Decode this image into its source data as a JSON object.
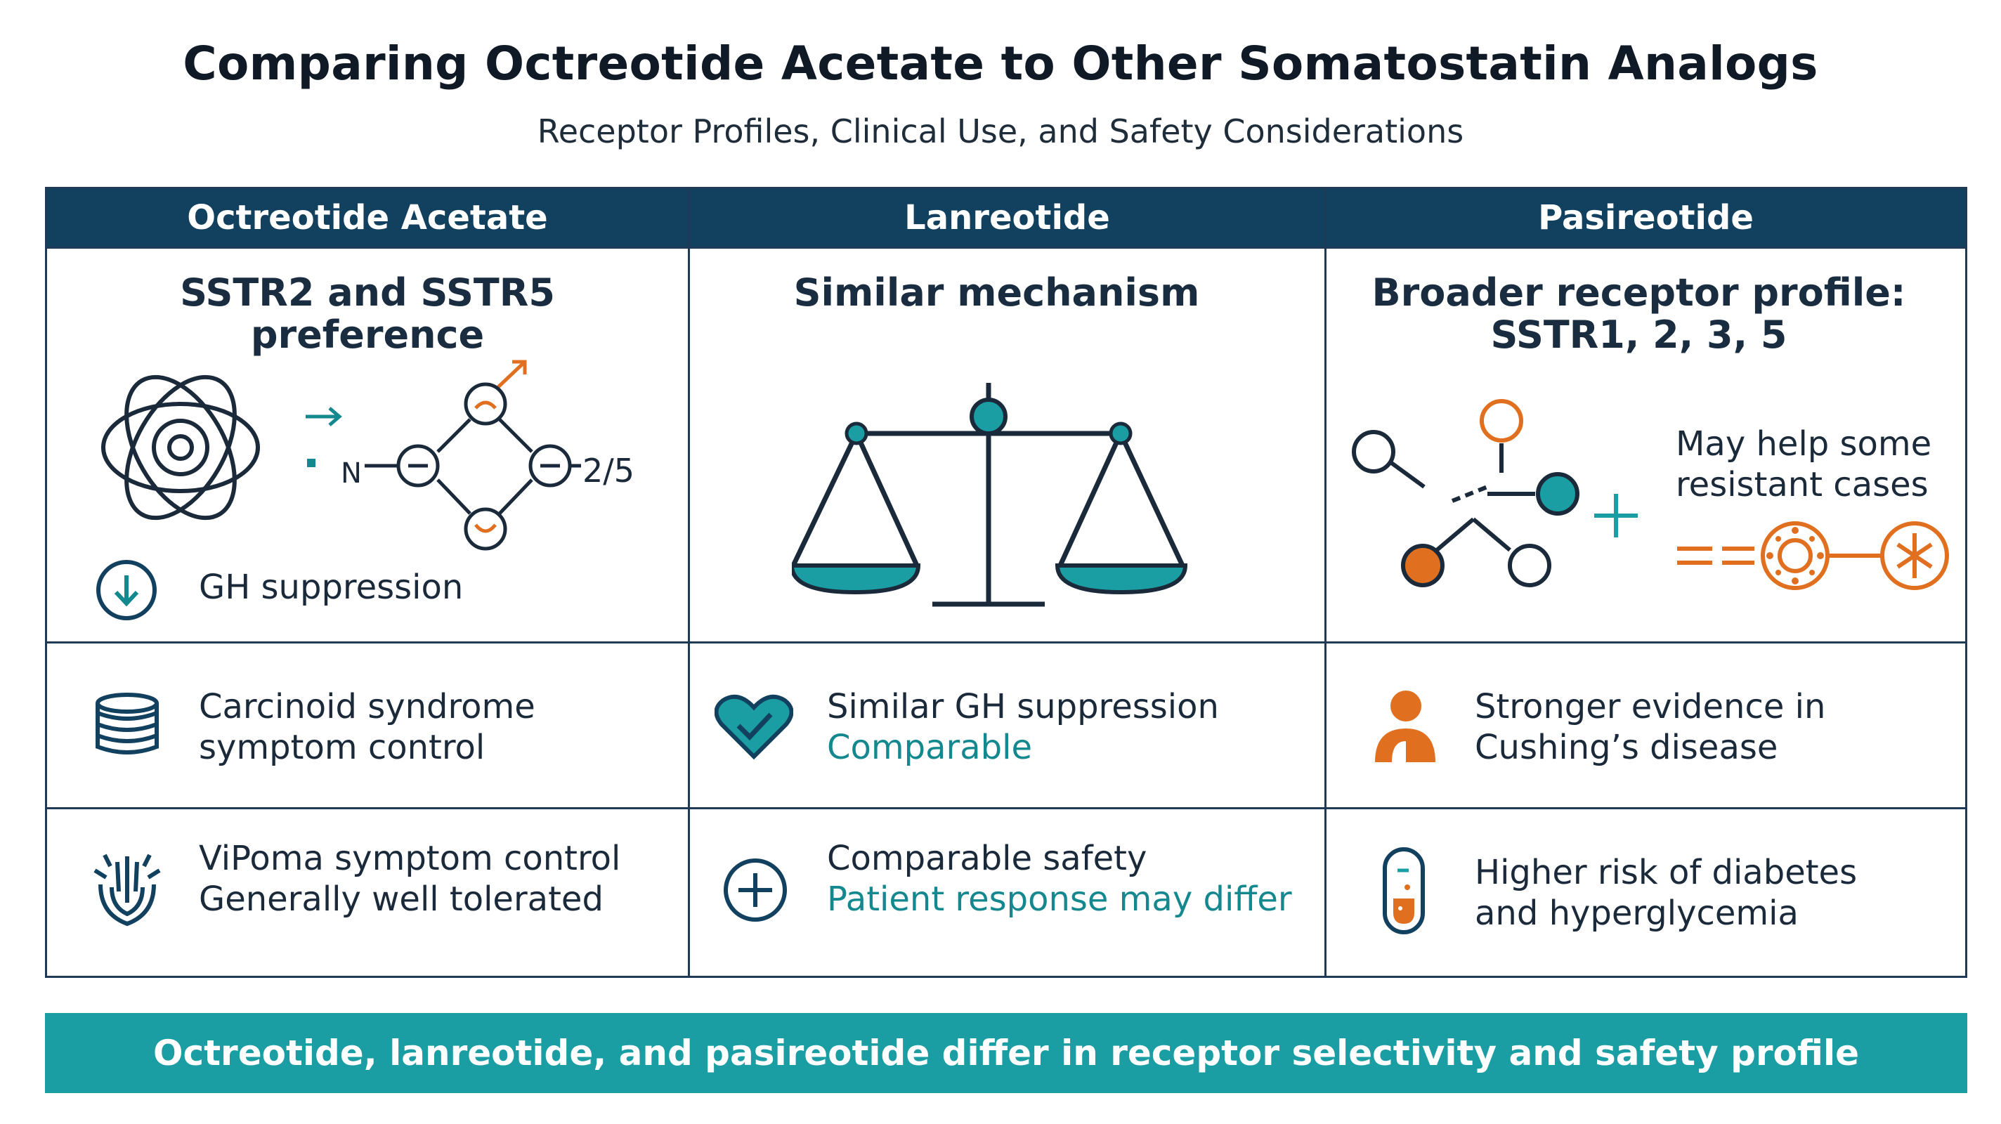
{
  "title": "Comparing Octreotide Acetate to Other Somatostatin Analogs",
  "subtitle": "Receptor Profiles, Clinical Use, and Safety Considerations",
  "columns": [
    {
      "header": "Octreotide Acetate",
      "mechanism_line1": "SSTR2 and SSTR5",
      "mechanism_line2": "preference",
      "diagram_label_n": "N",
      "diagram_label_receptor": "2/5",
      "feature": "GH suppression",
      "use_line1": "Carcinoid syndrome",
      "use_line2": "symptom control",
      "safety_line1": "ViPoma symptom control",
      "safety_line2": "Generally well tolerated"
    },
    {
      "header": "Lanreotide",
      "mechanism_line1": "Similar mechanism",
      "use_line1": "Similar GH suppression",
      "use_line2": "Comparable",
      "safety_line1": "Comparable safety",
      "safety_line2": "Patient response may differ"
    },
    {
      "header": "Pasireotide",
      "mechanism_line1": "Broader receptor profile:",
      "mechanism_line2": "SSTR1, 2, 3, 5",
      "feature_line1": "May help some",
      "feature_line2": "resistant cases",
      "use_line1": "Stronger evidence in",
      "use_line2": "Cushing’s disease",
      "safety_line1": "Higher risk of diabetes",
      "safety_line2": "and hyperglycemia"
    }
  ],
  "footer": "Octreotide, lanreotide, and pasireotide differ in receptor selectivity and safety profile",
  "colors": {
    "navy": "#12405f",
    "teal": "#1b9ea3",
    "orange": "#e0701f",
    "ink": "#1b2a3a"
  },
  "icons": [
    "receptor-knot-icon",
    "molecule-diagram-icon",
    "down-arrow-circle-icon",
    "balance-scale-icon",
    "receptor-network-icon",
    "plus-icon",
    "cell-chain-icon",
    "coin-stack-icon",
    "heart-check-icon",
    "nerve-shield-icon",
    "circle-plus-icon",
    "person-icon",
    "test-tube-icon"
  ]
}
